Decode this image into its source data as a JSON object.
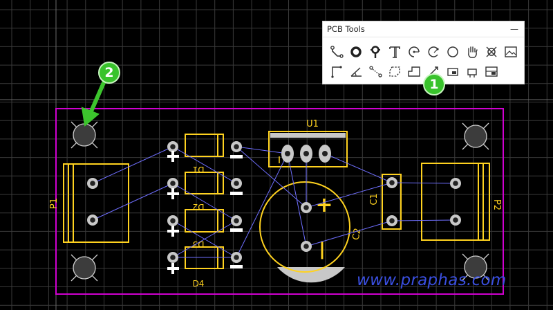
{
  "panel": {
    "title": "PCB Tools",
    "minimize": "—",
    "tools_row1": [
      "track-tool",
      "pad-tool",
      "via-tool",
      "text-tool",
      "arc-center-tool",
      "arc-edge-tool",
      "circle-tool",
      "hand-pan-tool",
      "hole-tool",
      "image-tool"
    ],
    "tools_row2": [
      "dimension-tool",
      "angle-tool",
      "connect-tool",
      "region-tool",
      "polygon-tool",
      "measure-tool",
      "copper-area-tool",
      "pin-tool",
      "layout-tool"
    ]
  },
  "labels": {
    "u1": "U1",
    "p1": "P1",
    "p2": "P2",
    "d1": "D1",
    "d2": "D2",
    "d3": "D3",
    "d4": "D4",
    "c1": "C1",
    "c2": "C2",
    "plus": "+",
    "minus": "|"
  },
  "annotations": {
    "one": "1",
    "two": "2"
  },
  "watermark": "www.praphas.com",
  "colors": {
    "outline": "#d000d0",
    "silk": "#ffd21f",
    "pad": "#c8c8c8",
    "ratsnest": "#6f6fff",
    "grid": "#3a3a3a",
    "arrow": "#3cc52d"
  }
}
